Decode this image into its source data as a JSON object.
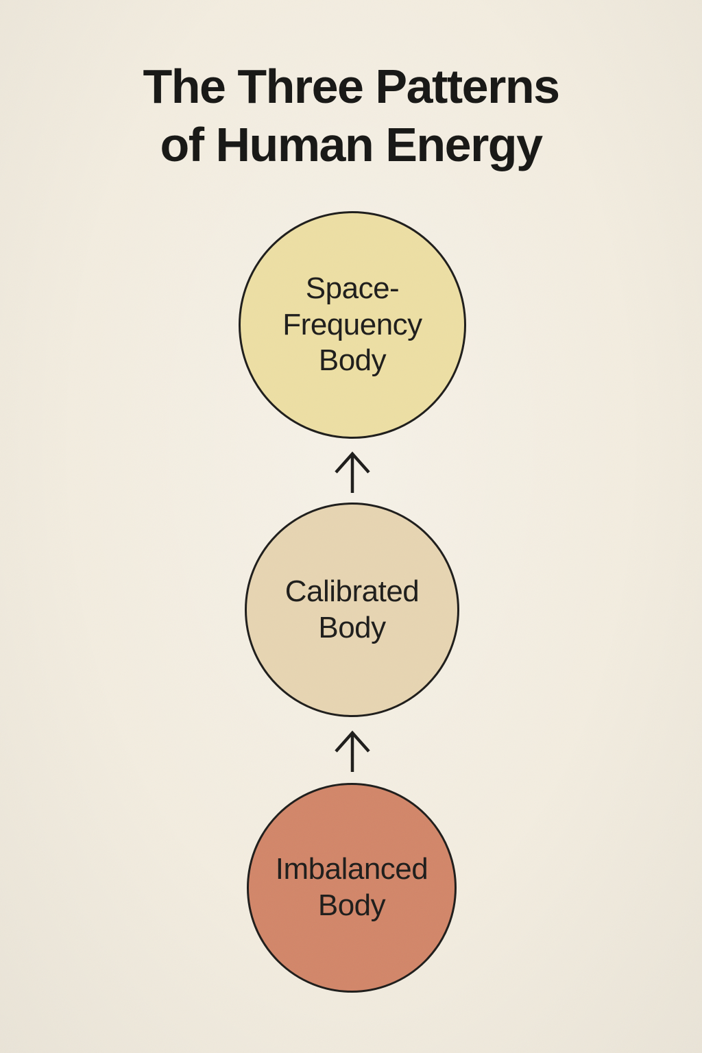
{
  "title": {
    "line1": "The Three Patterns",
    "line2": "of Human Energy"
  },
  "diagram": {
    "type": "vertical-flow",
    "direction": "bottom-to-top",
    "nodes": [
      {
        "id": "imbalanced-body",
        "label": "Imbalanced Body",
        "lines": [
          "Imbalanced",
          "Body"
        ],
        "fill": "#d28669",
        "position": "bottom",
        "order": 1
      },
      {
        "id": "calibrated-body",
        "label": "Calibrated Body",
        "lines": [
          "Calibrated",
          "Body"
        ],
        "fill": "#e7d5b2",
        "position": "middle",
        "order": 2
      },
      {
        "id": "space-frequency-body",
        "label": "Space-Frequency Body",
        "lines": [
          "Space-",
          "Frequency",
          "Body"
        ],
        "fill": "#eddfa4",
        "position": "top",
        "order": 3
      }
    ],
    "edges": [
      {
        "from": "Imbalanced Body",
        "to": "Calibrated Body",
        "style": "up-arrow"
      },
      {
        "from": "Calibrated Body",
        "to": "Space-Frequency Body",
        "style": "up-arrow"
      }
    ]
  },
  "colors": {
    "background": "#f3ede0",
    "outline": "#1d1c1a",
    "title_text": "#161614"
  }
}
